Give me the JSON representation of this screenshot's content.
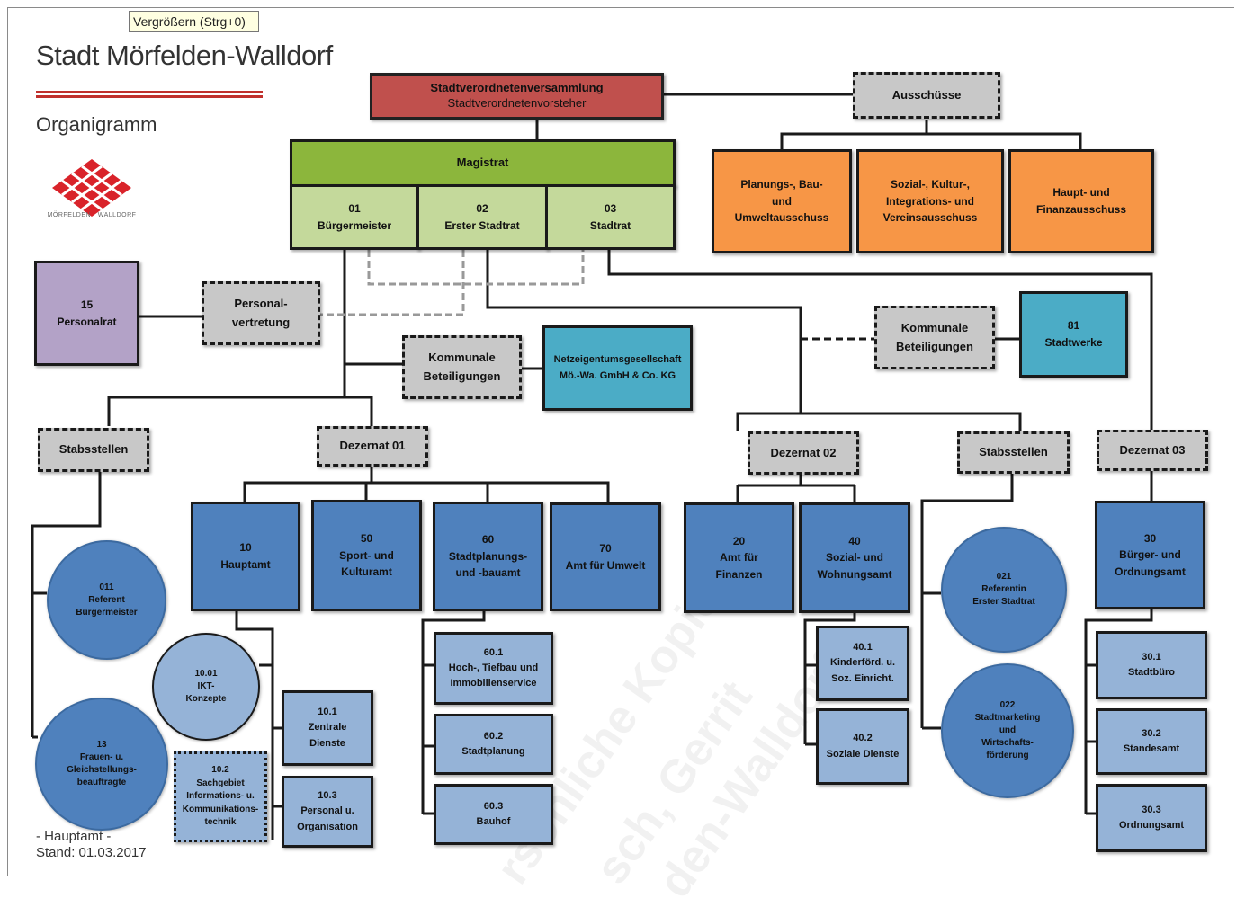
{
  "tooltip": "Vergrößern (Strg+0)",
  "header": {
    "title": "Stadt Mörfelden-Walldorf",
    "subtitle": "Organigramm",
    "logo_text": "MÖRFELDEN · WALLDORF"
  },
  "footer": {
    "line1": "- Hauptamt -",
    "line2": "Stand: 01.03.2017"
  },
  "watermark": [
    "rsönliche Kopie für",
    "sch, Gerrit",
    "den-Walldorf"
  ],
  "colors": {
    "svv": "#c0504d",
    "magistrat": "#8cb63c",
    "magistrat_light": "#c4d99b",
    "ausschuss": "#f79646",
    "gray": "#c8c8c8",
    "personalrat": "#b3a2c7",
    "beteiligung": "#4bacc6",
    "amt": "#4f81bd",
    "sachgebiet": "#95b3d7"
  },
  "svv": {
    "line1": "Stadtverordnetenversammlung",
    "line2": "Stadtverordnetenvorsteher"
  },
  "ausschuesse": {
    "header": "Ausschüsse",
    "items": [
      {
        "lines": [
          "Planungs-, Bau-",
          "und",
          "Umweltausschuss"
        ]
      },
      {
        "lines": [
          "Sozial-, Kultur-,",
          "Integrations- und",
          "Vereinsausschuss"
        ]
      },
      {
        "lines": [
          "Haupt- und",
          "Finanzausschuss"
        ]
      }
    ]
  },
  "magistrat": {
    "title": "Magistrat",
    "members": [
      {
        "num": "01",
        "name": "Bürgermeister"
      },
      {
        "num": "02",
        "name": "Erster Stadtrat"
      },
      {
        "num": "03",
        "name": "Stadtrat"
      }
    ]
  },
  "personalrat": {
    "num": "15",
    "name": "Personalrat"
  },
  "personalvertretung": {
    "line1": "Personal-",
    "line2": "vertretung"
  },
  "kommunale_1": {
    "line1": "Kommunale",
    "line2": "Beteiligungen"
  },
  "netz": {
    "line1": "Netzeigentumsgesellschaft",
    "line2": "Mö.-Wa. GmbH & Co. KG"
  },
  "kommunale_2": {
    "line1": "Kommunale",
    "line2": "Beteiligungen"
  },
  "stadtwerke": {
    "num": "81",
    "name": "Stadtwerke"
  },
  "stabsstellen_1": "Stabsstellen",
  "stabsstellen_2": "Stabsstellen",
  "dezernat_01": "Dezernat 01",
  "dezernat_02": "Dezernat 02",
  "dezernat_03": "Dezernat 03",
  "aemter": {
    "a10": {
      "num": "10",
      "name": "Hauptamt"
    },
    "a50": {
      "num": "50",
      "l1": "Sport- und",
      "l2": "Kulturamt"
    },
    "a60": {
      "num": "60",
      "l1": "Stadtplanungs-",
      "l2": "und -bauamt"
    },
    "a70": {
      "num": "70",
      "name": "Amt für Umwelt"
    },
    "a20": {
      "num": "20",
      "l1": "Amt für",
      "l2": "Finanzen"
    },
    "a40": {
      "num": "40",
      "l1": "Sozial- und",
      "l2": "Wohnungsamt"
    },
    "a30": {
      "num": "30",
      "l1": "Bürger- und",
      "l2": "Ordnungsamt"
    }
  },
  "sachgebiete": {
    "s101": {
      "num": "10.1",
      "l1": "Zentrale",
      "l2": "Dienste"
    },
    "s103": {
      "num": "10.3",
      "l1": "Personal u.",
      "l2": "Organisation"
    },
    "s102": {
      "num": "10.2",
      "l1": "Sachgebiet",
      "l2": "Informations- u.",
      "l3": "Kommunikations-",
      "l4": "technik"
    },
    "s601": {
      "num": "60.1",
      "l1": "Hoch-, Tiefbau und",
      "l2": "Immobilienservice"
    },
    "s602": {
      "num": "60.2",
      "l1": "Stadtplanung"
    },
    "s603": {
      "num": "60.3",
      "l1": "Bauhof"
    },
    "s401": {
      "num": "40.1",
      "l1": "Kinderförd. u.",
      "l2": "Soz. Einricht."
    },
    "s402": {
      "num": "40.2",
      "l1": "Soziale Dienste"
    },
    "s301": {
      "num": "30.1",
      "l1": "Stadtbüro"
    },
    "s302": {
      "num": "30.2",
      "l1": "Standesamt"
    },
    "s303": {
      "num": "30.3",
      "l1": "Ordnungsamt"
    }
  },
  "circles": {
    "c011": {
      "num": "011",
      "l1": "Referent",
      "l2": "Bürgermeister"
    },
    "c13": {
      "num": "13",
      "l1": "Frauen- u.",
      "l2": "Gleichstellungs-",
      "l3": "beauftragte"
    },
    "c1001": {
      "num": "10.01",
      "l1": "IKT-",
      "l2": "Konzepte"
    },
    "c021": {
      "num": "021",
      "l1": "Referentin",
      "l2": "Erster Stadtrat"
    },
    "c022": {
      "num": "022",
      "l1": "Stadtmarketing",
      "l2": "und",
      "l3": "Wirtschafts-",
      "l4": "förderung"
    }
  }
}
